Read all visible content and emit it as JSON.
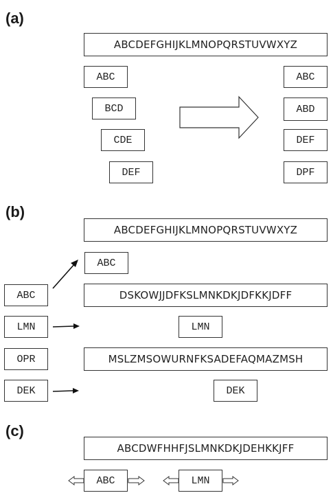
{
  "panel_a": {
    "label": "(a)",
    "reference": "ABCDEFGHIJKLMNOPQRSTUVWXYZ",
    "left_reads": [
      "ABC",
      "BCD",
      "CDE",
      "DEF"
    ],
    "right_reads": [
      "ABC",
      "ABD",
      "DEF",
      "DPF"
    ]
  },
  "panel_b": {
    "label": "(b)",
    "reference": "ABCDEFGHIJKLMNOPQRSTUVWXYZ",
    "left_reads": [
      "ABC",
      "LMN",
      "OPR",
      "DEK"
    ],
    "match_abc": "ABC",
    "seq2": "DSKOWJJDFKSLMNKDKJDFKKJDFF",
    "match_lmn": "LMN",
    "seq3": "MSLZMSOWURNFKSADEFAQMAZMSH",
    "match_dek": "DEK"
  },
  "panel_c": {
    "label": "(c)",
    "reference": "ABCDWFHHFJSLMNKDKJDEHKKJFF",
    "anchor_1": "ABC",
    "anchor_2": "LMN"
  }
}
